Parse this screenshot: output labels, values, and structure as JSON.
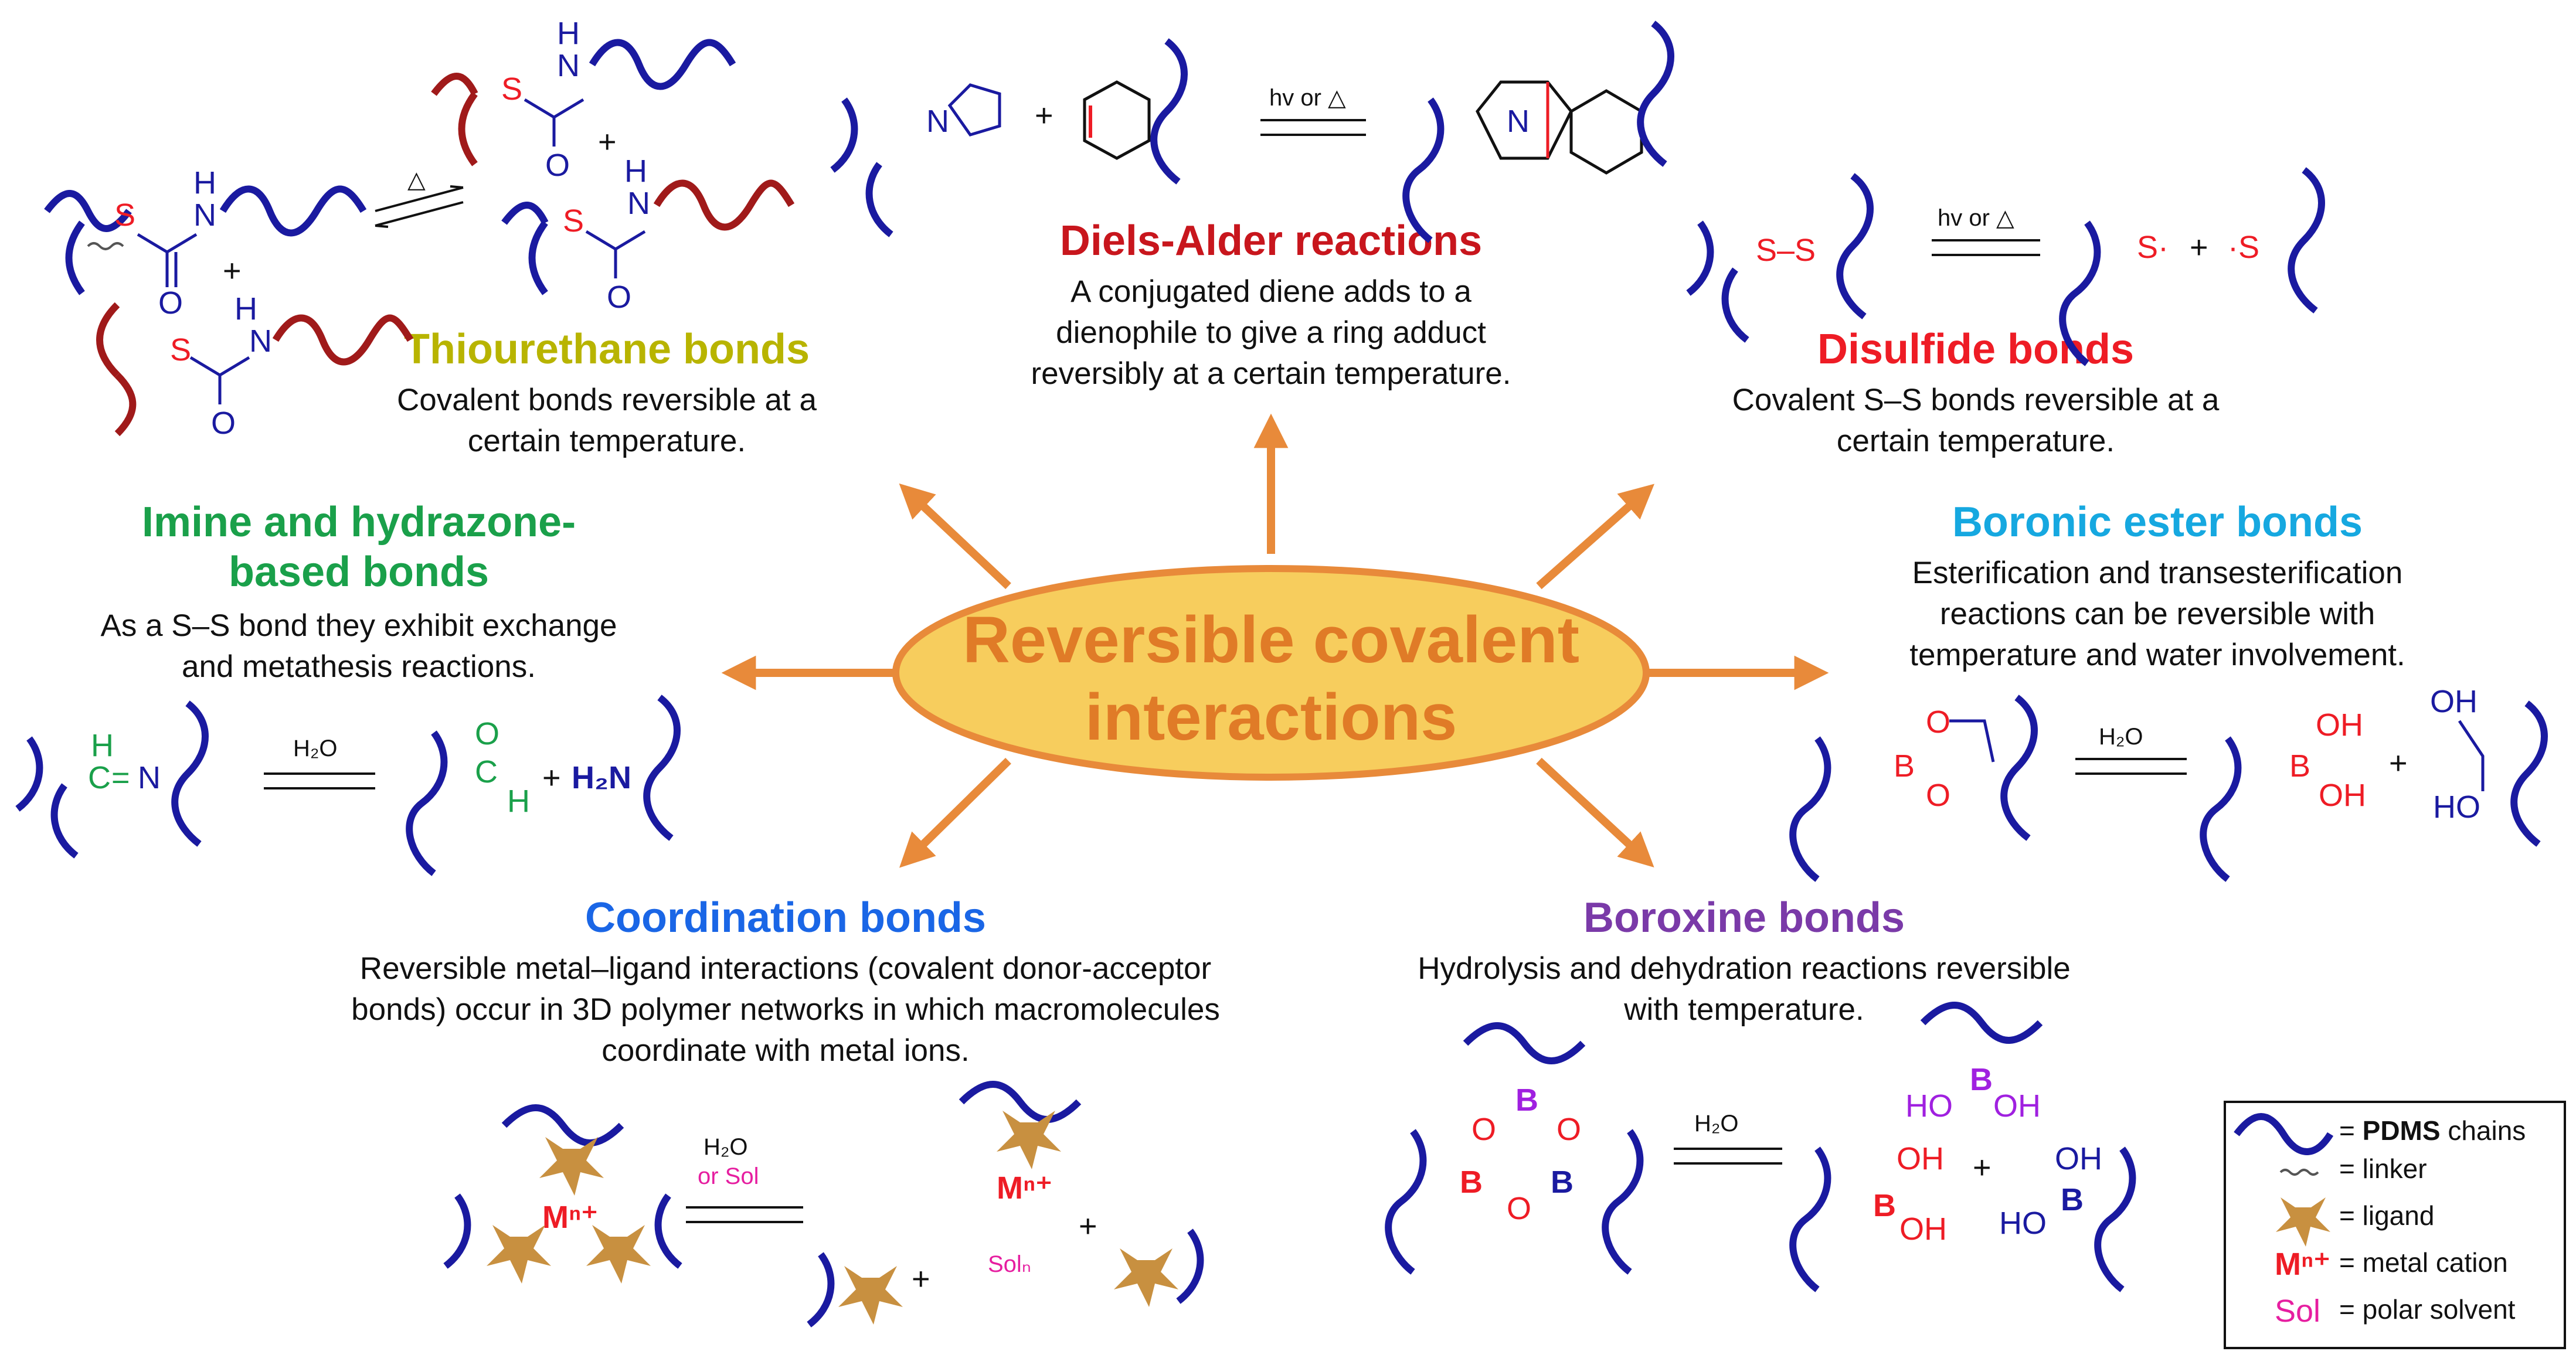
{
  "center": {
    "line1": "Reversible covalent",
    "line2": "interactions"
  },
  "sections": {
    "thiourethane": {
      "title": "Thiourethane bonds",
      "desc1": "Covalent bonds reversible at a",
      "desc2": "certain temperature."
    },
    "diels_alder": {
      "title": "Diels-Alder reactions",
      "desc1": "A conjugated diene adds to a",
      "desc2": "dienophile to give a ring adduct",
      "desc3": "reversibly at a certain temperature."
    },
    "disulfide": {
      "title": "Disulfide bonds",
      "desc1": "Covalent S–S bonds reversible at a",
      "desc2": "certain temperature."
    },
    "imine": {
      "title1": "Imine and hydrazone-",
      "title2": "based bonds",
      "desc1": "As a S–S bond they exhibit exchange",
      "desc2": "and metathesis reactions."
    },
    "boronic": {
      "title": "Boronic ester bonds",
      "desc1": "Esterification and transesterification",
      "desc2": "reactions can be reversible with",
      "desc3": "temperature and water involvement."
    },
    "coordination": {
      "title": "Coordination bonds",
      "desc1": "Reversible metal–ligand interactions (covalent donor-acceptor",
      "desc2": "bonds) occur in 3D polymer networks in which macromolecules",
      "desc3": "coordinate with metal ions."
    },
    "boroxine": {
      "title": "Boroxine bonds",
      "desc1": "Hydrolysis and dehydration reactions reversible",
      "desc2": "with temperature."
    }
  },
  "conditions": {
    "delta": "△",
    "hv_or_delta": "hv or △",
    "water": "H₂O",
    "or_sol": "or Sol"
  },
  "legend": {
    "pdms": "PDMS",
    "pdms_suffix": " chains",
    "linker": "= linker",
    "ligand": "= ligand",
    "metal": "= metal cation",
    "solvent": "= polar solvent",
    "eq": "= "
  },
  "colors": {
    "orange": "#e88a3a",
    "ellipse_fill": "#f7cd5d",
    "pdms": "#1a1aa0",
    "thio_title": "#b8b400",
    "diels_title": "#c8161d",
    "disulfide_title": "#ee1c25",
    "imine_title": "#1aa04a",
    "boronic_title": "#16a8e0",
    "coord_title": "#1a66e6",
    "boroxine_title": "#7a3aa8",
    "ligand": "#c89040"
  }
}
